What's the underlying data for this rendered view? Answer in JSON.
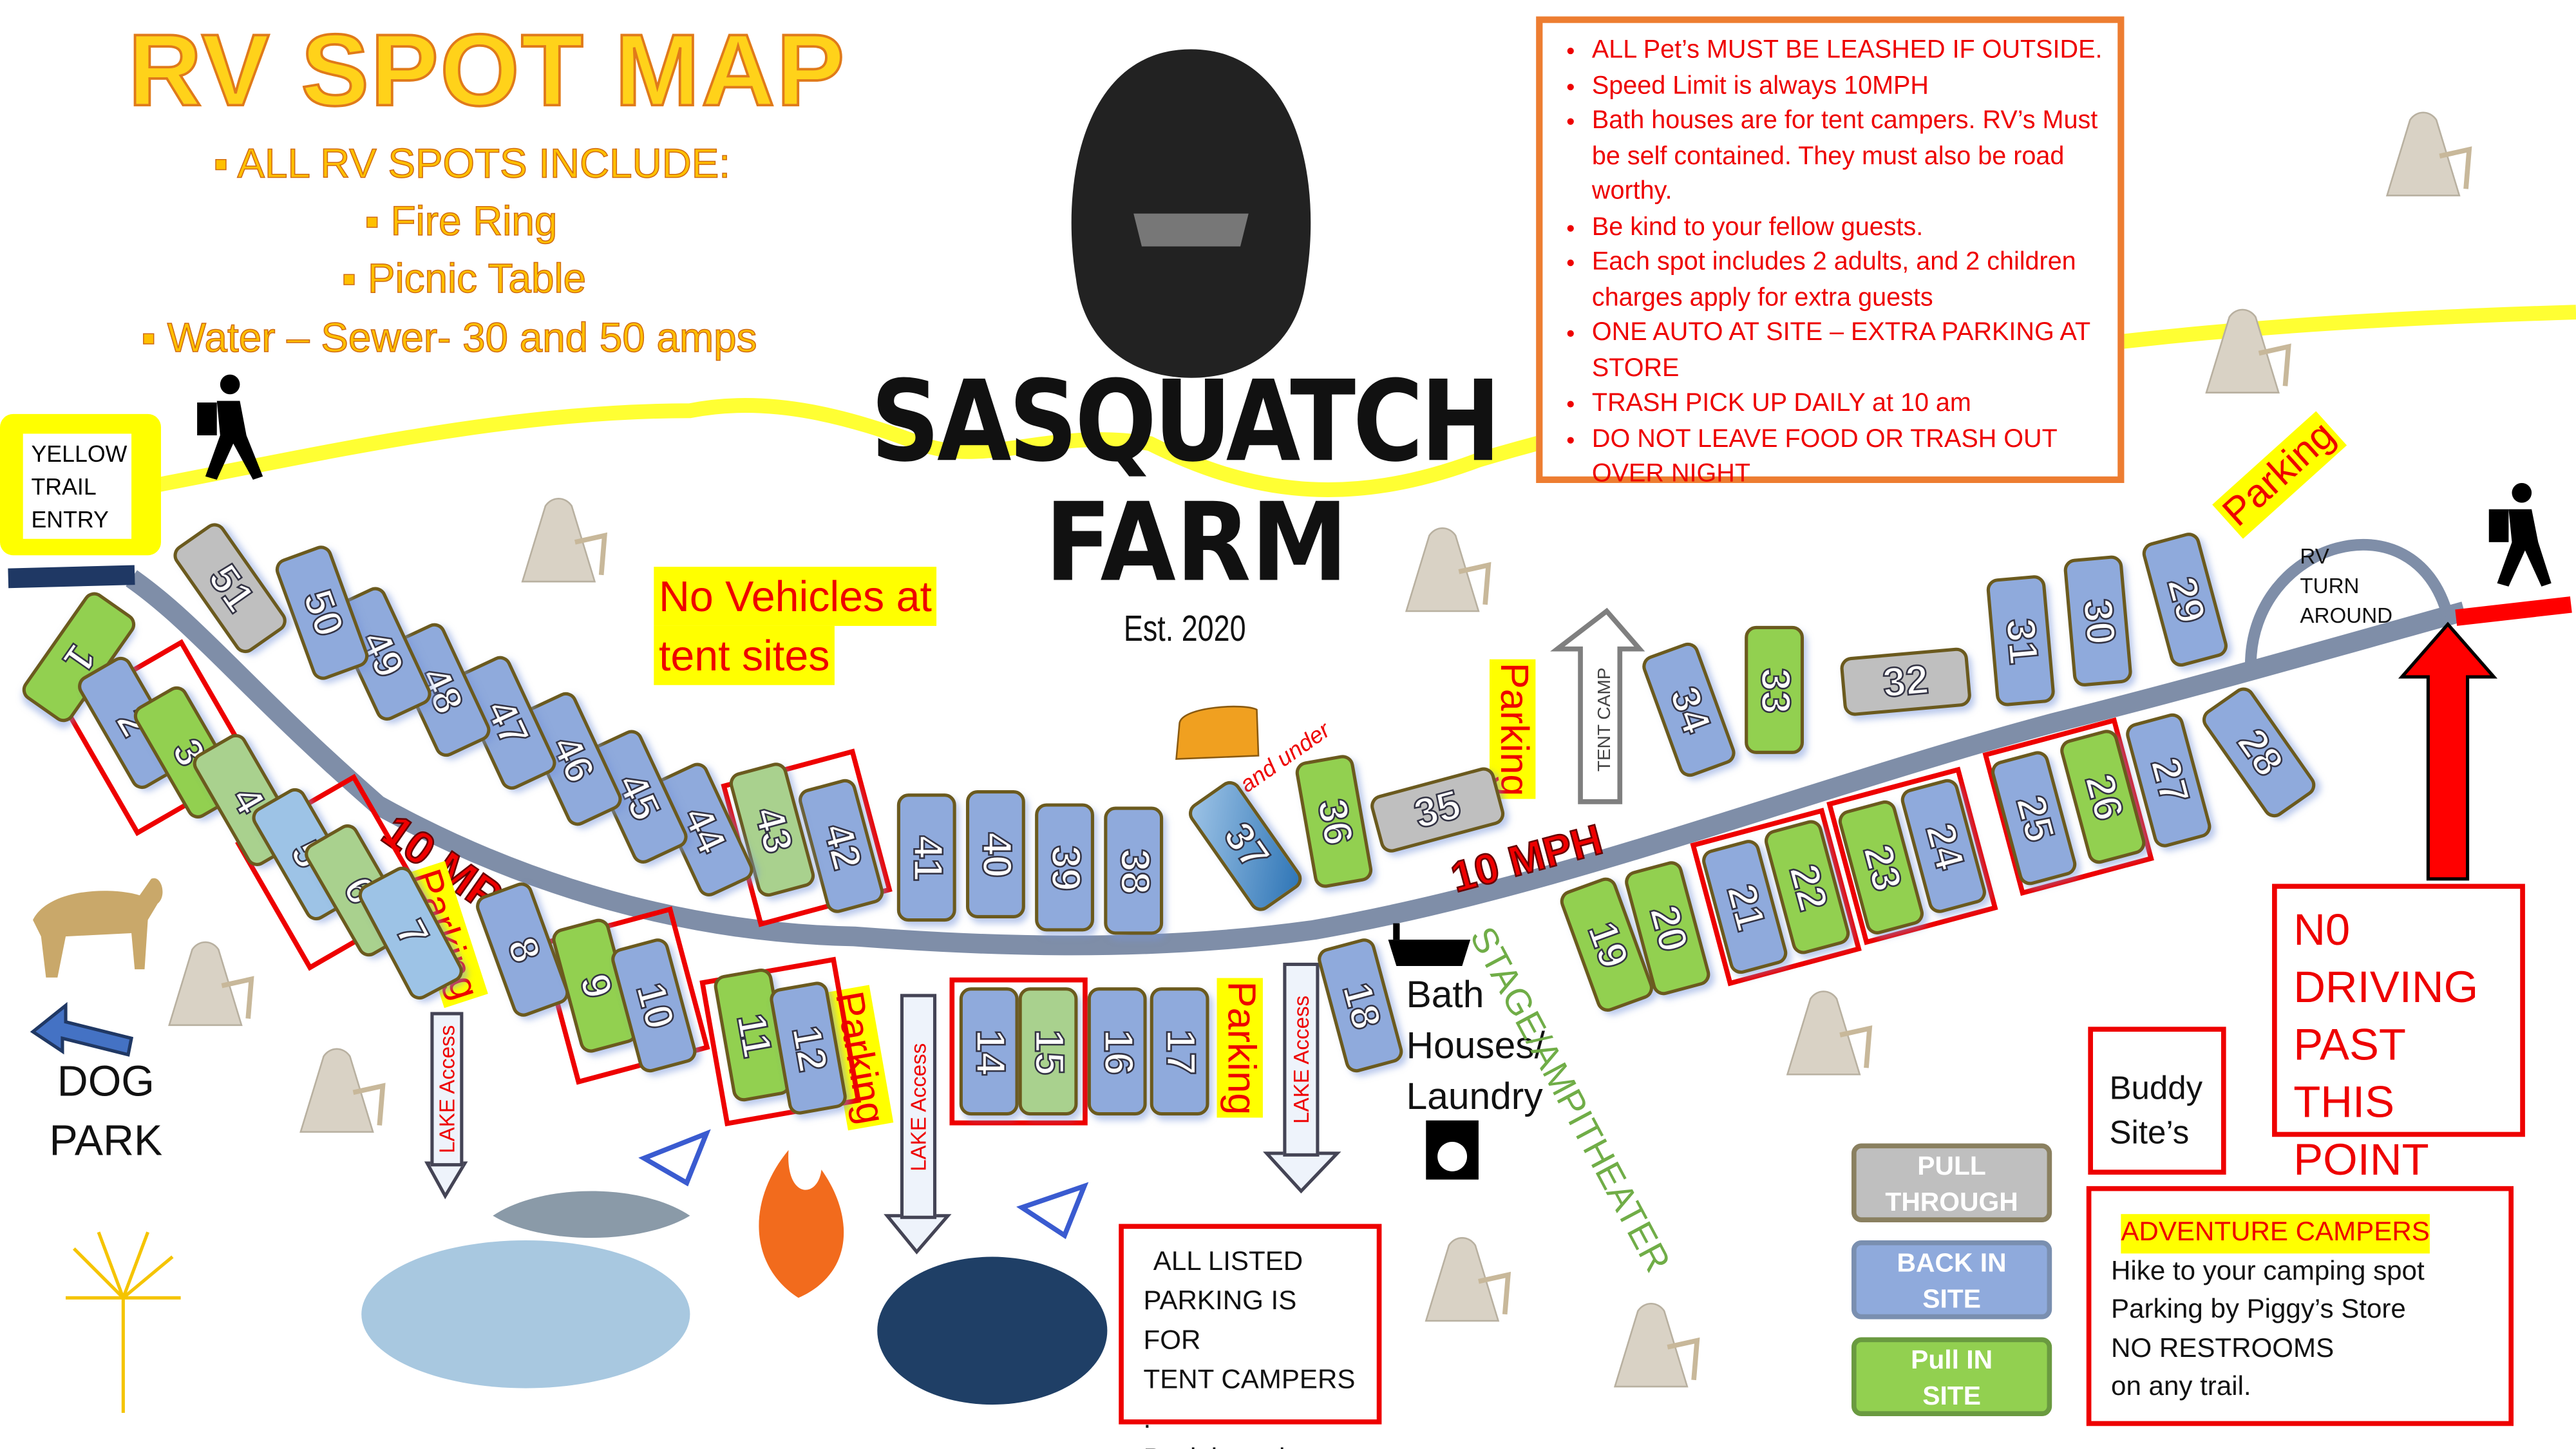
{
  "title": "RV  SPOT MAP",
  "includes": {
    "heading": "ALL   RV SPOTS INCLUDE:",
    "items": [
      "Fire Ring",
      "Picnic Table",
      "Water – Sewer- 30 and 50 amps"
    ]
  },
  "logo": {
    "name": "SASQUATCH",
    "name2": "FARM",
    "est": "Est. 2020"
  },
  "rules": [
    "ALL  Pet’s MUST BE LEASHED IF OUTSIDE.",
    "Speed Limit is always 10MPH",
    "Bath houses are for tent campers. RV’s Must be self contained. They must also be road worthy.",
    "Be kind to your fellow guests.",
    "Each spot includes 2 adults, and 2 children charges apply for extra guests",
    "ONE AUTO AT SITE – EXTRA PARKING AT STORE",
    "TRASH PICK UP DAILY at 10 am",
    "DO NOT LEAVE FOOD OR TRASH OUT OVER NIGHT"
  ],
  "yellow_trail": "YELLOW TRAIL ENTRY",
  "no_vehicles": {
    "line1": "No Vehicles at",
    "line2": "tent sites"
  },
  "speed": [
    "10 MPH",
    "10 MPH"
  ],
  "parking_label": "Parking",
  "lake_access": "LAKE Access",
  "tent_camp": "TENT CAMP",
  "size_note": "27 ft and under",
  "bath": {
    "l1": "Bath",
    "l2": "Houses/",
    "l3": "Laundry"
  },
  "stage": "STAGE/AMPITHEATER",
  "turnaround": {
    "l1": "RV",
    "l2": "TURN",
    "l3": "AROUND"
  },
  "no_driving": [
    "N0",
    "DRIVING",
    "PAST THIS",
    "POINT"
  ],
  "buddy": {
    "l1": "Buddy",
    "l2": "Site’s"
  },
  "dog_park": {
    "l1": "DOG",
    "l2": "PARK"
  },
  "legend": [
    {
      "l1": "PULL",
      "l2": "THROUGH",
      "color": "#bfbfbf"
    },
    {
      "l1": "BACK IN",
      "l2": "SITE",
      "color": "#8faadc"
    },
    {
      "l1": "Pull  IN",
      "l2": "SITE",
      "color": "#92d050"
    }
  ],
  "adventure": {
    "title": "ADVENTURE CAMPERS",
    "lines": [
      "Hike to your camping spot",
      "Parking  by Piggy’s Store",
      "NO RESTROOMS",
      "on any trail."
    ]
  },
  "listed_parking": [
    "ALL LISTED",
    "PARKING IS FOR",
    "TENT CAMPERS .",
    "Pack in and out."
  ],
  "colors": {
    "pull_through": "#bfbfbf",
    "back_in": "#8faadc",
    "pull_in": "#92d050",
    "pull_in_light": "#a9d18e",
    "back_in_light": "#9dc3e6",
    "road": "#7f8ea8",
    "trail": "#ffff33",
    "rules_border": "#ed7d31",
    "text_red": "#ee0000"
  },
  "sites": [
    {
      "n": "1",
      "t": "pull_in"
    },
    {
      "n": "2",
      "t": "back_in"
    },
    {
      "n": "3",
      "t": "pull_in"
    },
    {
      "n": "4",
      "t": "pull_in_light"
    },
    {
      "n": "5",
      "t": "back_in_light"
    },
    {
      "n": "6",
      "t": "pull_in_light"
    },
    {
      "n": "7",
      "t": "back_in_light"
    },
    {
      "n": "8",
      "t": "back_in"
    },
    {
      "n": "9",
      "t": "pull_in"
    },
    {
      "n": "10",
      "t": "back_in"
    },
    {
      "n": "11",
      "t": "pull_in"
    },
    {
      "n": "12",
      "t": "back_in"
    },
    {
      "n": "14",
      "t": "back_in"
    },
    {
      "n": "15",
      "t": "pull_in_light"
    },
    {
      "n": "16",
      "t": "back_in"
    },
    {
      "n": "17",
      "t": "back_in"
    },
    {
      "n": "18",
      "t": "back_in"
    },
    {
      "n": "19",
      "t": "pull_in"
    },
    {
      "n": "20",
      "t": "pull_in"
    },
    {
      "n": "21",
      "t": "back_in"
    },
    {
      "n": "22",
      "t": "pull_in"
    },
    {
      "n": "23",
      "t": "pull_in"
    },
    {
      "n": "24",
      "t": "back_in"
    },
    {
      "n": "25",
      "t": "back_in"
    },
    {
      "n": "26",
      "t": "pull_in"
    },
    {
      "n": "27",
      "t": "back_in"
    },
    {
      "n": "28",
      "t": "back_in"
    },
    {
      "n": "29",
      "t": "back_in"
    },
    {
      "n": "30",
      "t": "back_in"
    },
    {
      "n": "31",
      "t": "back_in"
    },
    {
      "n": "32",
      "t": "pull_through"
    },
    {
      "n": "33",
      "t": "pull_in"
    },
    {
      "n": "34",
      "t": "back_in"
    },
    {
      "n": "35",
      "t": "pull_through"
    },
    {
      "n": "36",
      "t": "pull_in"
    },
    {
      "n": "37",
      "t": "back_in"
    },
    {
      "n": "38",
      "t": "back_in"
    },
    {
      "n": "39",
      "t": "back_in"
    },
    {
      "n": "40",
      "t": "back_in"
    },
    {
      "n": "41",
      "t": "back_in"
    },
    {
      "n": "42",
      "t": "back_in"
    },
    {
      "n": "43",
      "t": "pull_in_light"
    },
    {
      "n": "44",
      "t": "back_in"
    },
    {
      "n": "45",
      "t": "back_in"
    },
    {
      "n": "46",
      "t": "back_in"
    },
    {
      "n": "47",
      "t": "back_in"
    },
    {
      "n": "48",
      "t": "back_in"
    },
    {
      "n": "49",
      "t": "back_in"
    },
    {
      "n": "50",
      "t": "back_in"
    },
    {
      "n": "51",
      "t": "pull_through"
    }
  ]
}
